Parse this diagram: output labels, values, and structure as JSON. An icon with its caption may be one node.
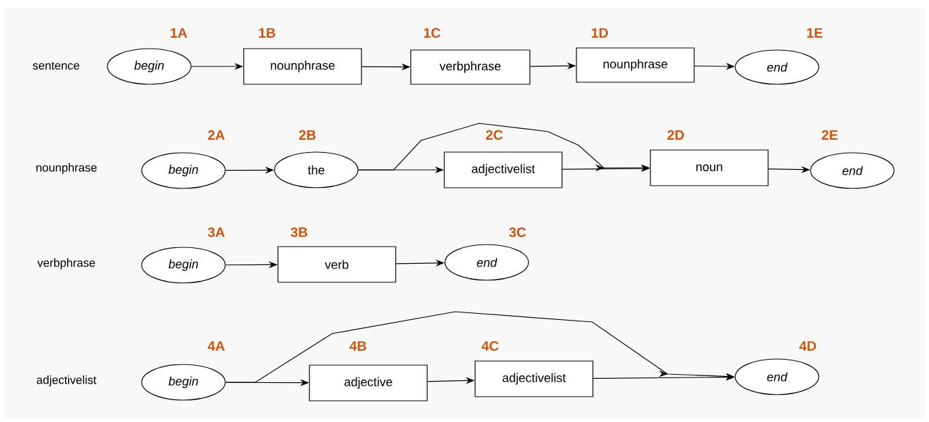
{
  "diagram": {
    "nodes": [
      {
        "text": [
          "begin"
        ],
        "beside": [
          "1A"
        ]
      },
      {
        "text": [
          "nounphrase"
        ],
        "beside": [
          "1B"
        ]
      },
      {
        "text": [
          "verbphrase"
        ],
        "beside": [
          "1C"
        ]
      },
      {
        "text": [
          "nounphrase"
        ],
        "beside": [
          "1D"
        ]
      },
      {
        "text": [
          "end"
        ],
        "beside": [
          "1E"
        ]
      },
      {
        "text": [
          "begin"
        ],
        "beside": [
          "2A"
        ]
      },
      {
        "text": [
          "the"
        ],
        "beside": [
          "2B"
        ]
      },
      {
        "text": [
          "adjectivelist"
        ],
        "beside": [
          "2C"
        ]
      },
      {
        "text": [
          "noun"
        ],
        "beside": [
          "2D"
        ]
      },
      {
        "text": [
          "end"
        ],
        "beside": [
          "2E"
        ]
      },
      {
        "text": [
          "begin"
        ],
        "beside": [
          "3A"
        ]
      },
      {
        "text": [
          "verb"
        ],
        "beside": [
          "3B"
        ]
      },
      {
        "text": [
          "end"
        ],
        "beside": [
          "3C"
        ]
      },
      {
        "text": [
          "begin"
        ],
        "beside": [
          "4A"
        ]
      },
      {
        "text": [
          "adjective"
        ],
        "beside": [
          "4B"
        ]
      },
      {
        "text": [
          "adjectivelist"
        ],
        "beside": [
          "4C"
        ]
      },
      {
        "text": [
          "end"
        ],
        "beside": [
          "4D"
        ]
      }
    ],
    "edges": [
      {
        "from": 0,
        "to": 1,
        "arrow": "to"
      },
      {
        "from": 1,
        "to": 2,
        "arrow": "to"
      },
      {
        "from": 2,
        "to": 3,
        "arrow": "to"
      },
      {
        "from": 3,
        "to": 4,
        "arrow": "to"
      },
      {
        "from": 5,
        "to": 6,
        "arrow": "to"
      },
      {
        "from": 6,
        "to": 7,
        "arrow": "to"
      },
      {
        "from": 6,
        "to": 8,
        "arrow": "to"
      },
      {
        "from": 7,
        "to": 8,
        "arrow": "to"
      },
      {
        "from": 8,
        "to": 9,
        "arrow": "to"
      },
      {
        "from": 10,
        "to": 11,
        "arrow": "to"
      },
      {
        "from": 11,
        "to": 12,
        "arrow": "to"
      },
      {
        "from": 13,
        "to": 14,
        "arrow": "to"
      },
      {
        "from": 13,
        "to": 16,
        "arrow": "to"
      },
      {
        "from": 14,
        "to": 15,
        "arrow": "to"
      },
      {
        "from": 15,
        "to": 16,
        "arrow": "to"
      }
    ],
    "labels": [
      "sentence",
      "nounphrase",
      "verbphrase",
      "adjectivelist"
    ]
  }
}
